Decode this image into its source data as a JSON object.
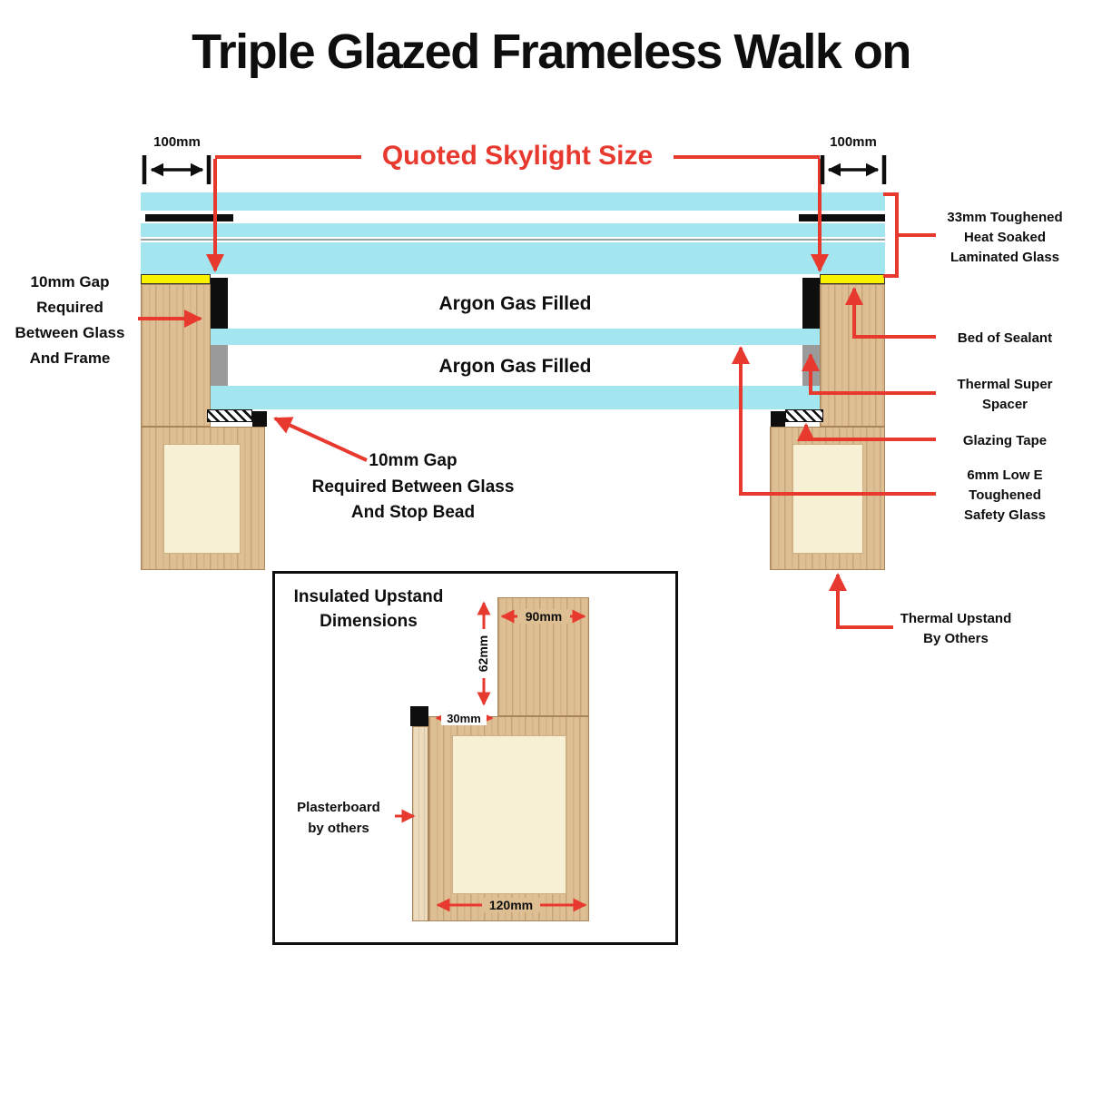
{
  "title": "Triple Glazed Frameless Walk on",
  "annotations": {
    "quoted_size": "Quoted Skylight Size",
    "dim_left": "100mm",
    "dim_right": "100mm",
    "argon_top": "Argon Gas Filled",
    "argon_bottom": "Argon Gas Filled",
    "gap_frame": "10mm Gap\nRequired\nBetween Glass\nAnd Frame",
    "gap_stop_bead": "10mm Gap\nRequired Between Glass\nAnd Stop Bead",
    "laminated_glass": "33mm Toughened\nHeat Soaked\nLaminated Glass",
    "bed_of_sealant": "Bed of Sealant",
    "thermal_spacer": "Thermal Super\nSpacer",
    "glazing_tape": "Glazing Tape",
    "low_e_glass": "6mm Low E\nToughened\nSafety Glass",
    "thermal_upstand": "Thermal Upstand\nBy Others"
  },
  "inset": {
    "title": "Insulated Upstand\nDimensions",
    "dim_top": "90mm",
    "dim_side": "62mm",
    "dim_step": "30mm",
    "dim_bottom": "120mm",
    "plasterboard": "Plasterboard\nby others"
  },
  "colors": {
    "glass_cyan": "#A4E6F0",
    "wood_tan": "#DEBF93",
    "infill_cream": "#F8F0D5",
    "sealant_yellow": "#F8F200",
    "annotation_red": "#E8392F",
    "spacer_gray": "#9A9A9A",
    "line_black": "#0E0E0E"
  }
}
